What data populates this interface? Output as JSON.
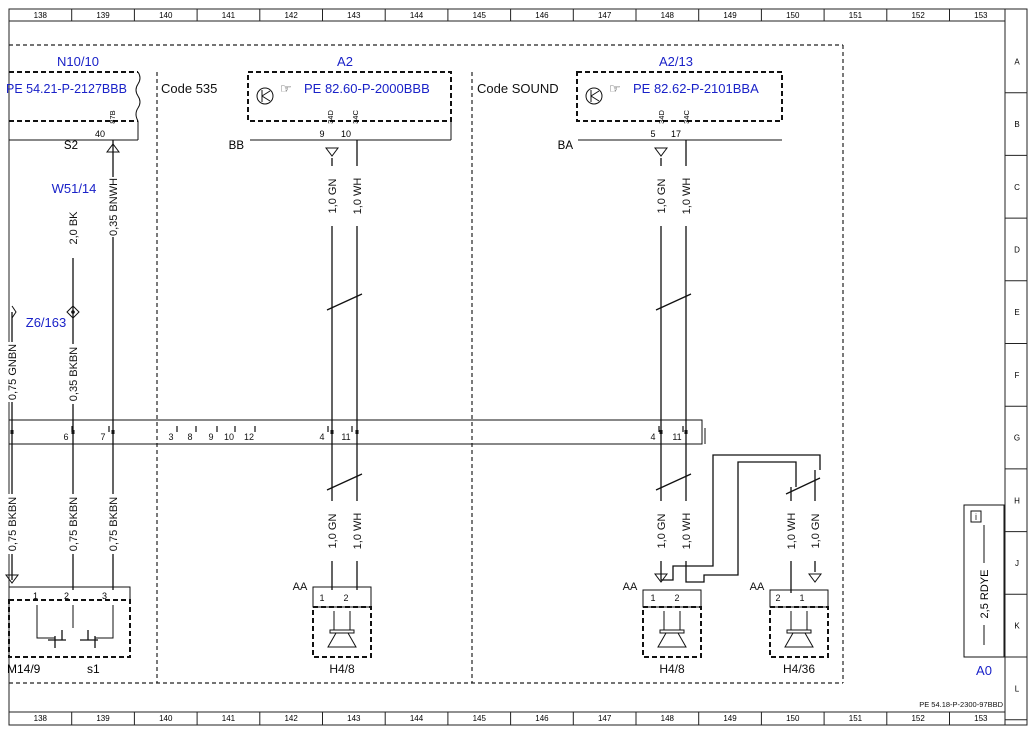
{
  "grid": {
    "columns": [
      "138",
      "139",
      "140",
      "141",
      "142",
      "143",
      "144",
      "145",
      "146",
      "147",
      "148",
      "149",
      "150",
      "151",
      "152",
      "153"
    ],
    "rows": [
      "A",
      "B",
      "C",
      "D",
      "E",
      "F",
      "G",
      "H",
      "J",
      "K",
      "L"
    ]
  },
  "modules": [
    {
      "id": "N10/10",
      "ref": "PE 54.21-P-2127BBB",
      "pins": [
        "40",
        "87B"
      ],
      "ground": "S2"
    },
    {
      "id": "A2",
      "ref": "PE 82.60-P-2000BBB",
      "pins": [
        "9",
        "10"
      ],
      "pin_codes": [
        "34D",
        "34C"
      ],
      "ground": "BB"
    },
    {
      "id": "A2/13",
      "ref": "PE 82.62-P-2101BBA",
      "pins": [
        "5",
        "17"
      ],
      "pin_codes": [
        "34D",
        "34C"
      ],
      "ground": "BA"
    }
  ],
  "codes": [
    "Code 535",
    "Code SOUND"
  ],
  "wires_upper": [
    "2,0 BK",
    "0,35 BNWH",
    "0,75 GNBN",
    "0,35 BKBN",
    "1,0 GN",
    "1,0 WH",
    "1,0 GN",
    "1,0 WH"
  ],
  "wires_lower": [
    "0,75 BKBN",
    "0,75 BKBN",
    "0,75 BKBN",
    "1,0 GN",
    "1,0 WH",
    "1,0 GN",
    "1,0 WH",
    "1,0 WH",
    "1,0 GN"
  ],
  "connectors": {
    "w51": "W51/14",
    "z6": "Z6/163",
    "bus_pins": [
      "6",
      "7",
      "3",
      "8",
      "9",
      "10",
      "12",
      "4",
      "11",
      "4",
      "11"
    ]
  },
  "bottom_components": [
    {
      "id": "M14/9",
      "pins": [
        "1",
        "2",
        "3"
      ]
    },
    {
      "id": "s1"
    },
    {
      "id": "H4/8",
      "ground": "AA",
      "pins": [
        "1",
        "2"
      ]
    },
    {
      "id": "H4/8",
      "ground": "AA",
      "pins": [
        "1",
        "2"
      ]
    },
    {
      "id": "H4/36",
      "ground": "AA",
      "pins": [
        "2",
        "1"
      ]
    }
  ],
  "legend": {
    "text": "2,5 RDYE",
    "id": "A0",
    "icon": "info-icon"
  },
  "footer": "PE 54.18-P-2300-97BBD"
}
